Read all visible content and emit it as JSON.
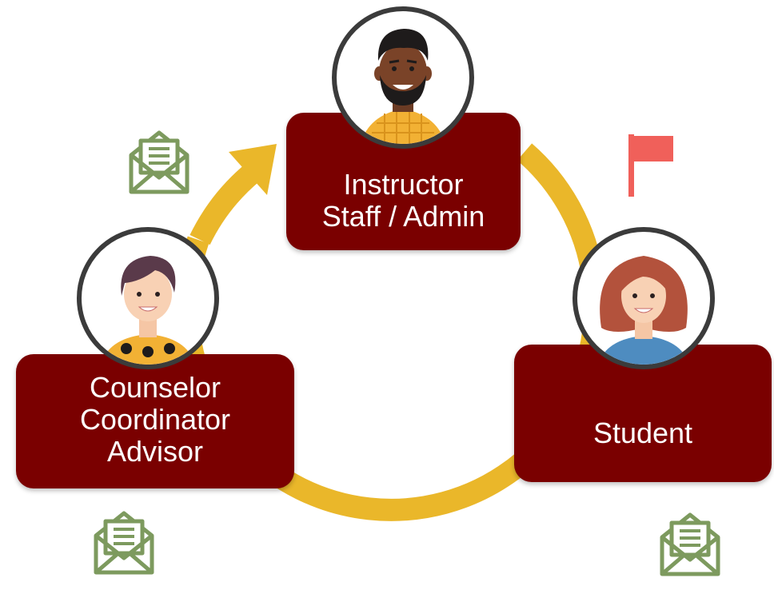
{
  "roles": {
    "instructor": {
      "lines": [
        "Instructor",
        "Staff / Admin"
      ]
    },
    "counselor": {
      "lines": [
        "Counselor",
        "Coordinator",
        "Advisor"
      ]
    },
    "student": {
      "lines": [
        "Student"
      ]
    }
  },
  "icons": {
    "envelopes": [
      "envelope-icon",
      "envelope-icon",
      "envelope-icon"
    ],
    "flag": "flag-icon",
    "avatars": [
      "instructor-avatar",
      "counselor-avatar",
      "student-avatar"
    ]
  },
  "colors": {
    "box": "#7a0000",
    "box_text": "#ffffff",
    "cycle_arrow": "#eab72a",
    "envelope": "#7d9a5e",
    "flag": "#f0605a",
    "avatar_ring": "#3b3b3b"
  }
}
